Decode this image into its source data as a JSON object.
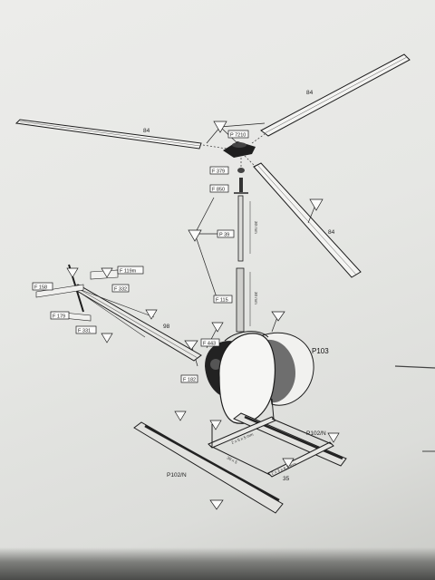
{
  "labels": {
    "blade_top": "84",
    "blade_left": "84",
    "blade_right": "84",
    "hub": "P 7210",
    "part_f379": "F 379",
    "part_f850": "F 850",
    "part_p39": "P 39",
    "part_f115": "F 115",
    "part_f443": "F 443",
    "part_f182": "F 182",
    "part_f158": "F 158",
    "part_f179": "F 179",
    "part_f119m": "F 119m",
    "part_f332": "F 332",
    "part_f331": "F 331",
    "tail_boom": "98",
    "cockpit": "P103",
    "skid_right": "P102/N",
    "skid_left": "P102/N",
    "cross_tube": "35",
    "shaft_dim_upper": "30 mm",
    "shaft_dim_lower": "30 mm",
    "cross_dim_a": "2 x 5 x 5 mm",
    "cross_dim_b": "2 x 3 x 6,7 mm",
    "skid_dim": "30 x 5"
  },
  "colors": {
    "paper": "#e8e9e6",
    "ink": "#1c1c1c",
    "shade": "#6f6f6f"
  }
}
